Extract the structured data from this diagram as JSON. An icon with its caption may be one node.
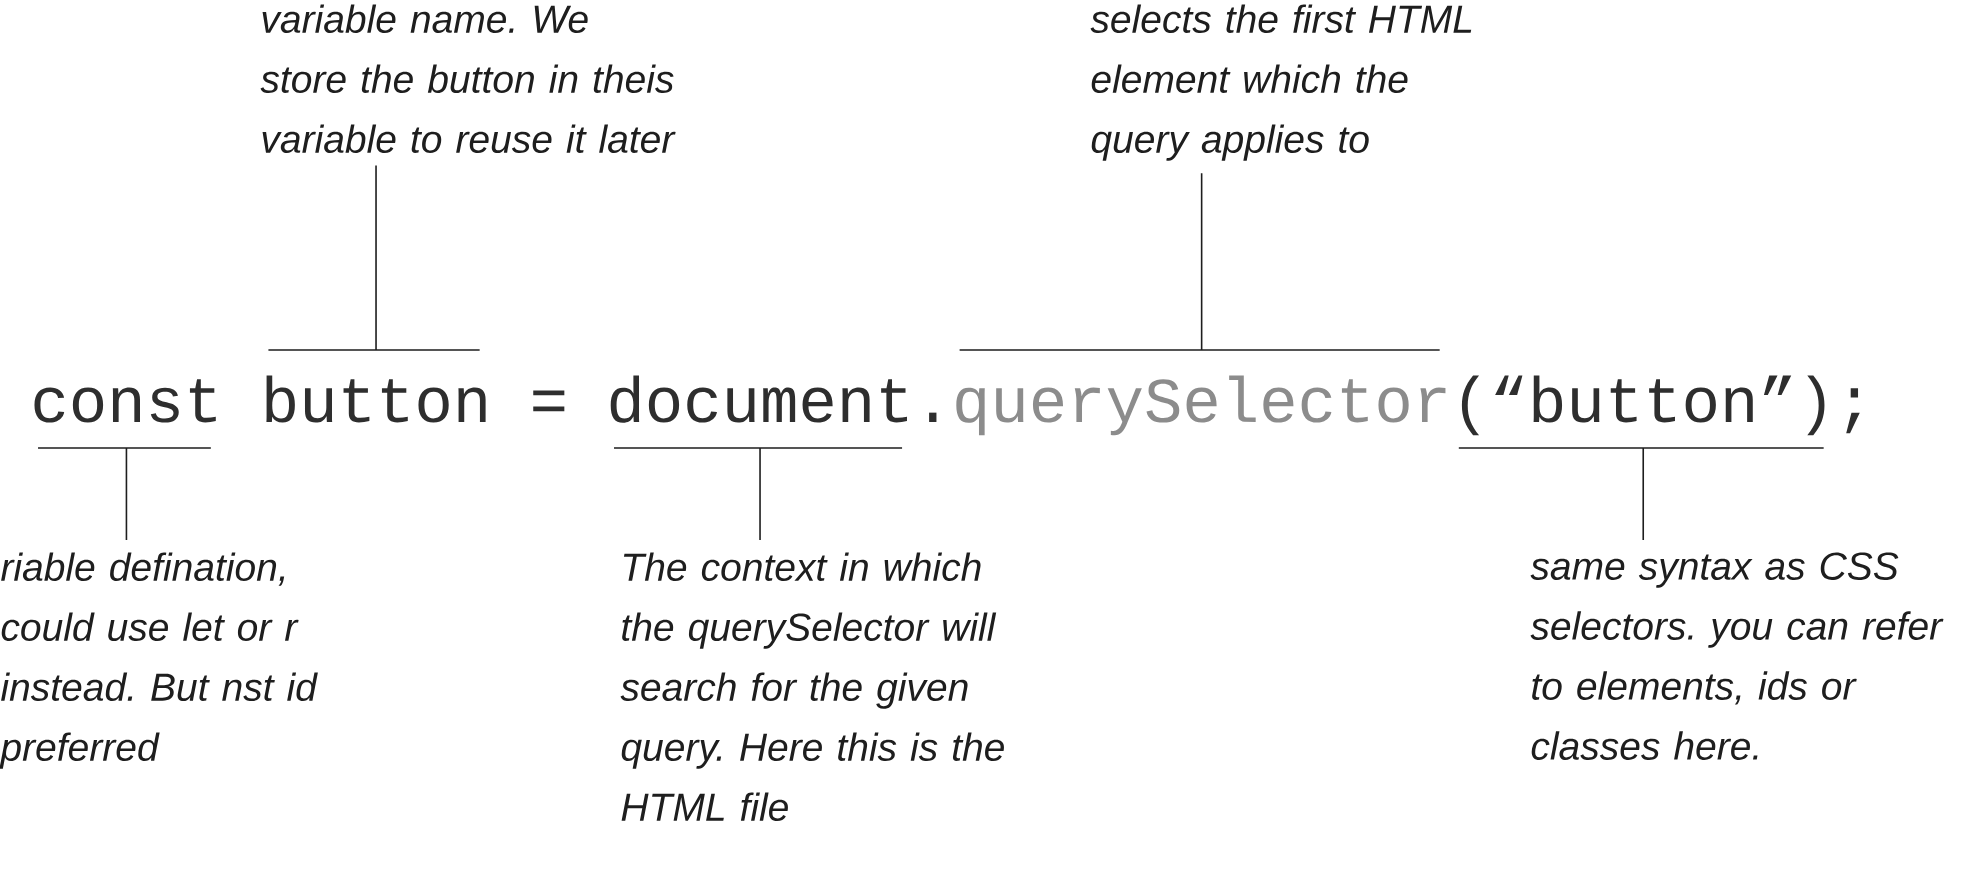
{
  "diagram": {
    "nodes": [
      {
        "text": [
          "variable name. We store the button in theis variable to reuse it later"
        ]
      },
      {
        "text": [
          "selects the first HTML element which the query applies to"
        ]
      },
      {
        "text": [
          "const"
        ]
      },
      {
        "text": [
          "button"
        ]
      },
      {
        "text": [
          "document"
        ]
      },
      {
        "text": [
          "querySelector"
        ]
      },
      {
        "text": [
          "(“button”)"
        ]
      },
      {
        "text": [
          "riable defination, could use let or r instead. But nst id preferred"
        ]
      },
      {
        "text": [
          "The context in which the querySelector will search for the given query. Here this is the HTML file"
        ]
      },
      {
        "text": [
          "same syntax as CSS selectors. you can refer to elements, ids or classes here."
        ]
      }
    ],
    "edges": [
      {
        "from": 0,
        "to": 3,
        "arrow": "none"
      },
      {
        "from": 1,
        "to": 5,
        "arrow": "none"
      },
      {
        "from": 7,
        "to": 2,
        "arrow": "none"
      },
      {
        "from": 8,
        "to": 4,
        "arrow": "none"
      },
      {
        "from": 9,
        "to": 6,
        "arrow": "none"
      }
    ],
    "labels": [
      "=",
      ".",
      ";"
    ]
  }
}
